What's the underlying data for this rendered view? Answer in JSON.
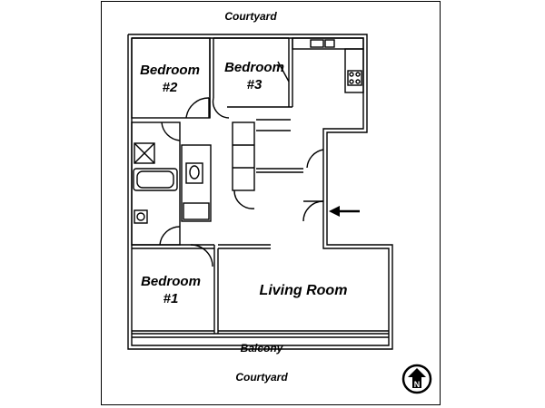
{
  "floorplan": {
    "courtyard_top": "Courtyard",
    "courtyard_bottom": "Courtyard",
    "balcony": "Balcony",
    "rooms": {
      "bedroom2": {
        "name": "Bedroom",
        "number": "#2"
      },
      "bedroom3": {
        "name": "Bedroom",
        "number": "#3"
      },
      "bedroom1": {
        "name": "Bedroom",
        "number": "#1"
      },
      "living": {
        "name": "Living Room"
      }
    },
    "compass": {
      "letter": "N",
      "icon": "north-compass-icon"
    },
    "entrance": {
      "icon": "entrance-arrow-icon"
    }
  }
}
